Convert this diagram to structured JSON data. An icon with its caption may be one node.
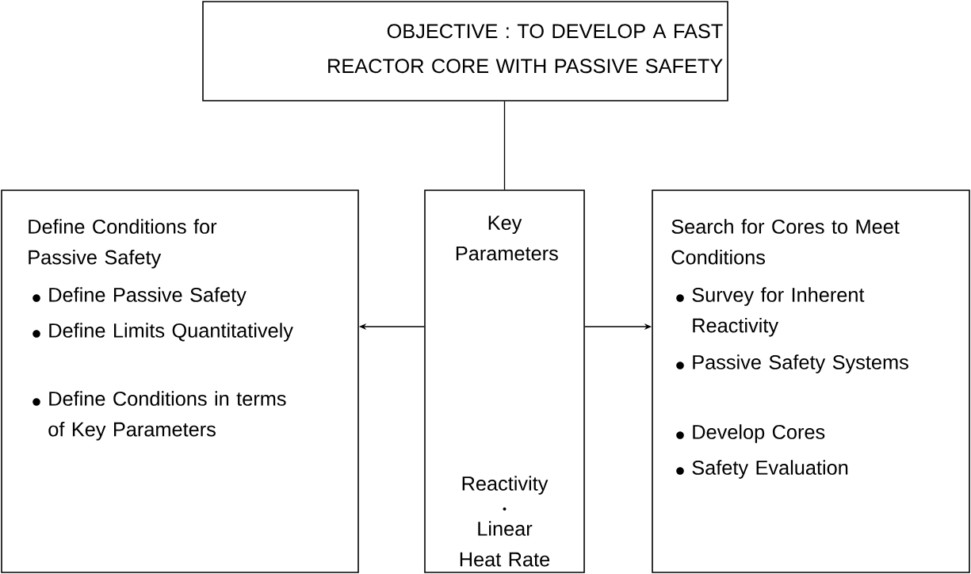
{
  "diagram": {
    "nodes": [
      {
        "text": [
          "OBJECTIVE : TO DEVELOP A FAST REACTOR CORE WITH PASSIVE SAFETY"
        ]
      },
      {
        "text": [
          "Define Conditions for Passive Safety",
          "Define Passive Safety",
          "Define Limits Quantitatively",
          "Define Conditions in terms of Key Parameters"
        ]
      },
      {
        "text": [
          "Key Parameters",
          "Reactivity",
          "Linear Heat Rate"
        ]
      },
      {
        "text": [
          "Search for Cores to Meet Conditions",
          "Survey for Inherent Reactivity",
          "Passive Safety Systems",
          "Develop Cores",
          "Safety Evaluation"
        ]
      }
    ],
    "edges": [
      {
        "from": 0,
        "to": 2,
        "arrow": "none"
      },
      {
        "from": 2,
        "to": 1,
        "arrow": "to"
      },
      {
        "from": 2,
        "to": 3,
        "arrow": "to"
      }
    ]
  }
}
